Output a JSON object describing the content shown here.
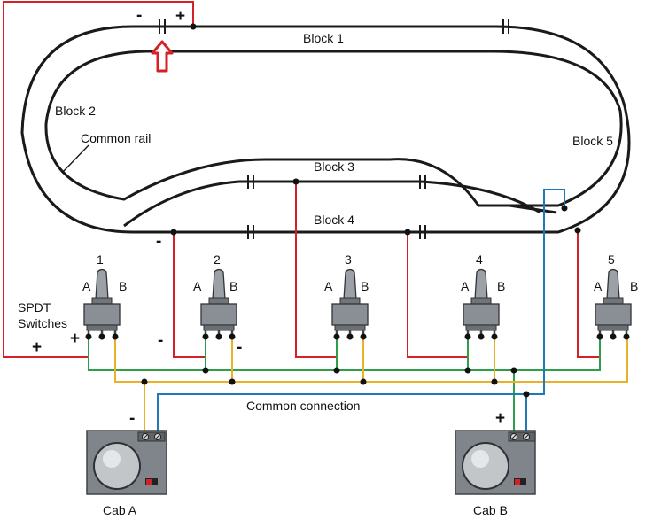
{
  "labels": {
    "block1": "Block 1",
    "block2": "Block 2",
    "block3": "Block 3",
    "block4": "Block 4",
    "block5": "Block 5",
    "common_rail": "Common rail",
    "spdt_line1": "SPDT",
    "spdt_line2": "Switches",
    "common_connection": "Common connection",
    "cab_a": "Cab A",
    "cab_b": "Cab B"
  },
  "switches": [
    {
      "number": "1",
      "a": "A",
      "b": "B"
    },
    {
      "number": "2",
      "a": "A",
      "b": "B"
    },
    {
      "number": "3",
      "a": "A",
      "b": "B"
    },
    {
      "number": "4",
      "a": "A",
      "b": "B"
    },
    {
      "number": "5",
      "a": "A",
      "b": "B"
    }
  ],
  "polarity": {
    "minus": "-",
    "plus": "+"
  },
  "colors": {
    "track": "#1a1a1a",
    "red_wire": "#d42027",
    "green_wire": "#2e9e48",
    "yellow_wire": "#e8b12a",
    "blue_wire": "#1f78b8",
    "arrow": "#d42027",
    "switch_body": "#8a8f96",
    "cab_body": "#7f858a"
  }
}
